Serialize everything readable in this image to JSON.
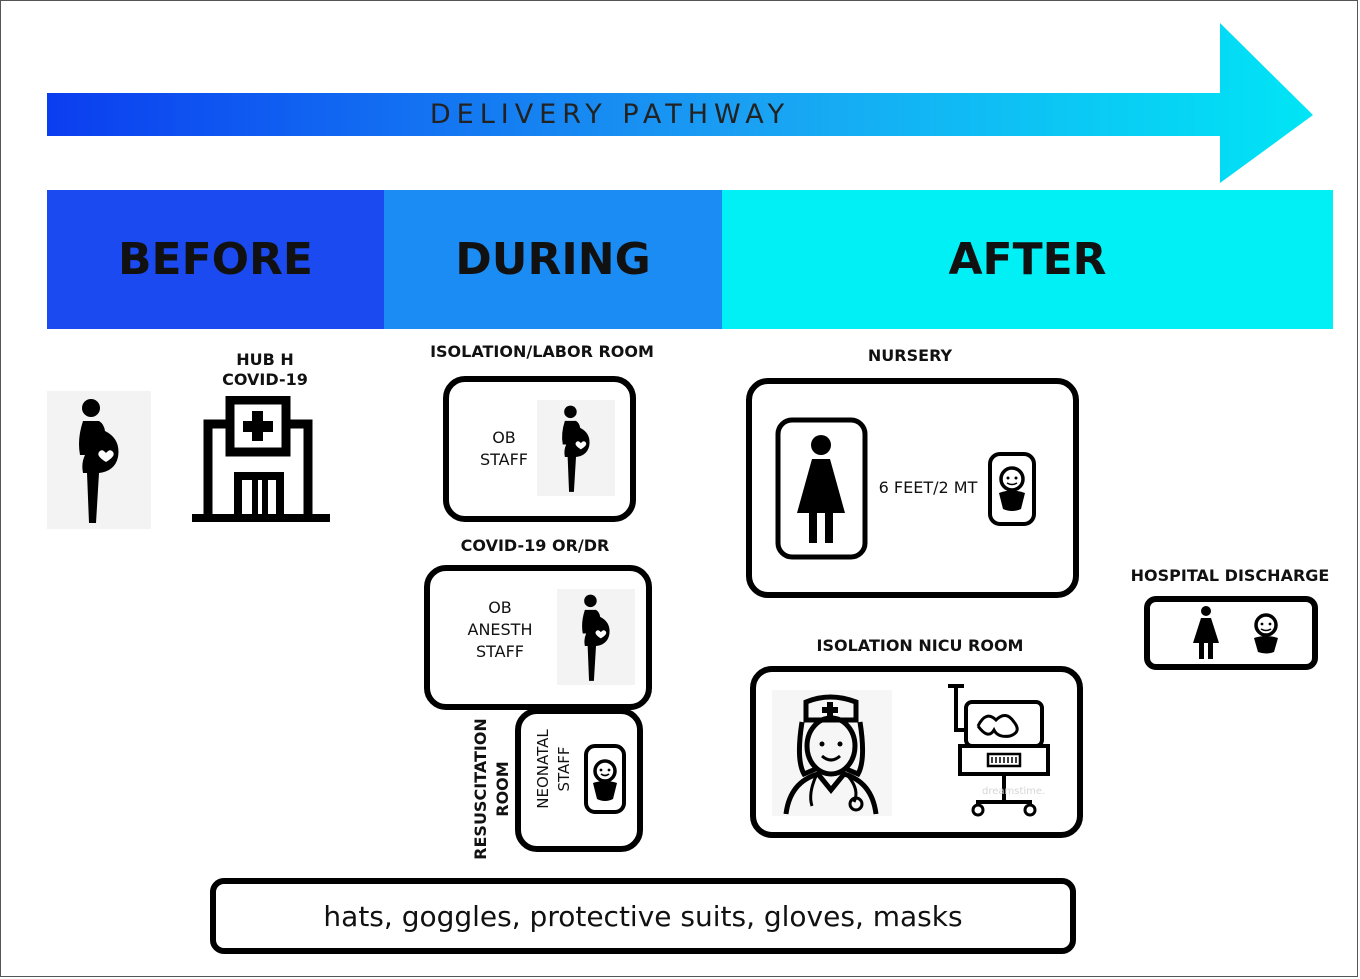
{
  "pathway": {
    "label": "DELIVERY PATHWAY"
  },
  "phases": {
    "before": "BEFORE",
    "during": "DURING",
    "after": "AFTER"
  },
  "hub": {
    "line1": "HUB H",
    "line2": "COVID-19"
  },
  "labor_room": {
    "title": "ISOLATION/LABOR ROOM",
    "staff_line1": "OB",
    "staff_line2": "STAFF"
  },
  "covid_or": {
    "title": "COVID-19 OR/DR",
    "staff_line1": "OB",
    "staff_line2": "ANESTH",
    "staff_line3": "STAFF"
  },
  "resuscitation": {
    "title_line1": "RESUSCITATION",
    "title_line2": "ROOM",
    "staff_line1": "NEONATAL",
    "staff_line2": "STAFF"
  },
  "nursery": {
    "title": "NURSERY",
    "distance": "6 FEET/2 MT"
  },
  "nicu": {
    "title": "ISOLATION NICU ROOM",
    "watermark": "dreamstime."
  },
  "discharge": {
    "title": "HOSPITAL DISCHARGE"
  },
  "ppe": {
    "text": "hats, goggles, protective suits, gloves, masks"
  },
  "colors": {
    "arrow_start": "#0b3df0",
    "arrow_end": "#00e5f5",
    "before": "#1b4bf0",
    "during": "#1c8cf5",
    "after": "#00f0f5"
  },
  "icons": [
    "pregnant-woman-icon",
    "hospital-icon",
    "woman-icon",
    "baby-icon",
    "nurse-icon",
    "incubator-icon"
  ]
}
